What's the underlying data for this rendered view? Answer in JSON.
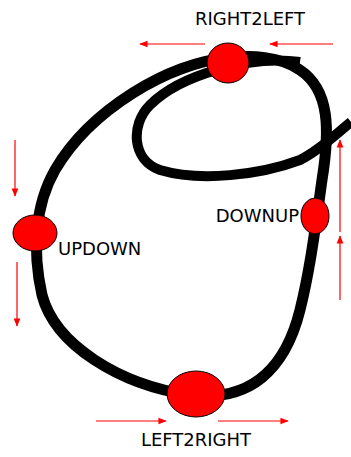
{
  "diagram": {
    "labels": [
      "RIGHT2LEFT",
      "UPDOWN",
      "DOWNUP",
      "LEFT2RIGHT"
    ]
  }
}
